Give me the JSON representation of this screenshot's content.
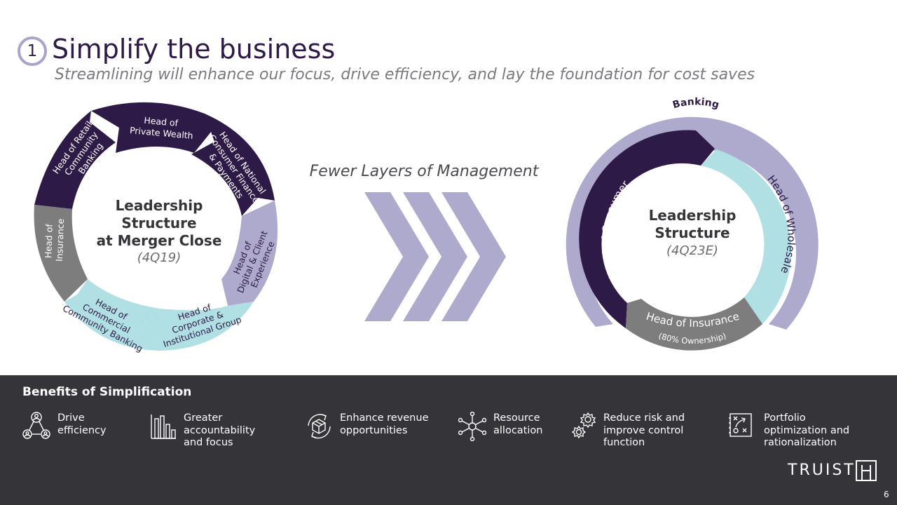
{
  "slide": {
    "number": "1",
    "title": "Simplify the business",
    "subtitle": "Streamlining will enhance our focus, drive efficiency, and lay the foundation for cost saves",
    "page_number": "6"
  },
  "left_diagram": {
    "center_line1": "Leadership",
    "center_line2": "Structure",
    "center_line3": "at Merger Close",
    "center_period": "(4Q19)",
    "segments": [
      {
        "name": "Head of Retail Community Banking",
        "lines": [
          "Head of Retail",
          "Community",
          "Banking"
        ],
        "color": "#2e1a47"
      },
      {
        "name": "Head of Private Wealth",
        "lines": [
          "Head of",
          "Private Wealth"
        ],
        "color": "#2e1a47"
      },
      {
        "name": "Head of National Consumer Finance & Payments",
        "lines": [
          "Head of National",
          "Consumer Finance",
          "& Payments"
        ],
        "color": "#2e1a47"
      },
      {
        "name": "Head of Digital & Client Experience",
        "lines": [
          "Head of",
          "Digital & Client",
          "Experience"
        ],
        "color": "#aeaacd"
      },
      {
        "name": "Head of Corporate & Institutional Group",
        "lines": [
          "Head of",
          "Corporate &",
          "Institutional Group"
        ],
        "color": "#b0e0e3"
      },
      {
        "name": "Head of Commercial Community Banking",
        "lines": [
          "Head of",
          "Commercial",
          "Community Banking"
        ],
        "color": "#b0e0e3"
      },
      {
        "name": "Head of Insurance",
        "lines": [
          "Head of",
          "Insurance"
        ],
        "color": "#7d7d7d"
      }
    ]
  },
  "middle": {
    "label": "Fewer Layers of Management",
    "chevron_color": "#aeaacd"
  },
  "right_diagram": {
    "outer_label": "Banking",
    "center_line1": "Leadership",
    "center_line2": "Structure",
    "center_period": "(4Q23E)",
    "consumer_label": "Head of Consumer",
    "wholesale_label": "Head of Wholesale",
    "insurance_label": "Head of Insurance",
    "insurance_note": "(80% Ownership)",
    "colors": {
      "banking": "#aeaacd",
      "consumer": "#2e1a47",
      "wholesale": "#b0e0e3",
      "insurance": "#7d7d7d"
    }
  },
  "footer": {
    "heading": "Benefits of Simplification",
    "benefits": [
      {
        "icon": "people-network-icon",
        "label": "Drive\nefficiency"
      },
      {
        "icon": "bar-chart-icon",
        "label": "Greater\naccountability\nand focus"
      },
      {
        "icon": "revenue-cycle-icon",
        "label": "Enhance revenue\nopportunities"
      },
      {
        "icon": "hub-network-icon",
        "label": "Resource\nallocation"
      },
      {
        "icon": "gears-icon",
        "label": "Reduce risk and\nimprove control\nfunction"
      },
      {
        "icon": "strategy-board-icon",
        "label": "Portfolio\noptimization and\nrationalization"
      }
    ],
    "logo_text": "TRUIST"
  },
  "colors": {
    "primary_purple": "#2e1a47",
    "footer_bg": "#343439"
  }
}
